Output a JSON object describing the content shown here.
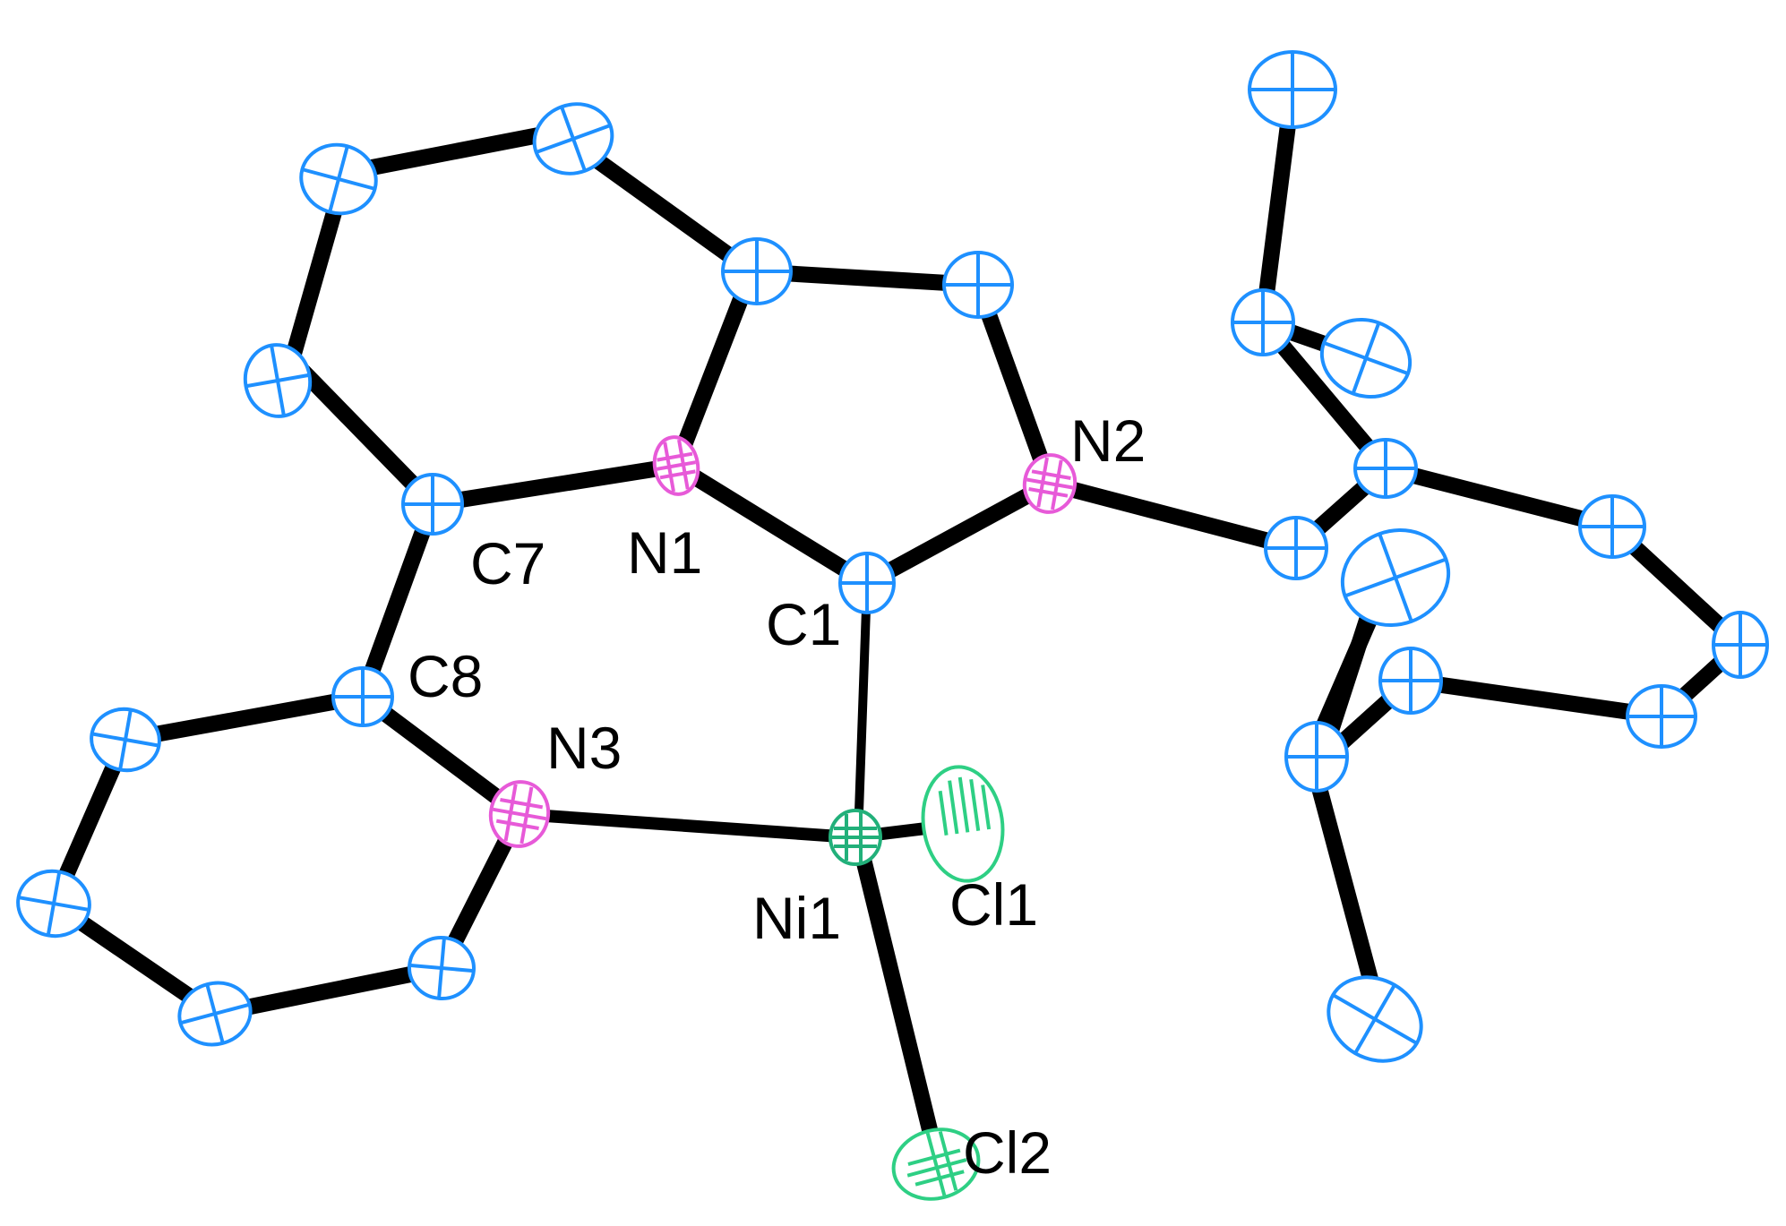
{
  "colors": {
    "background": "#ffffff",
    "bond": "#000000",
    "carbon": "#1e90ff",
    "nitrogen": "#e75ad8",
    "nickel": "#22b07a",
    "chlorine": "#2ecf84"
  },
  "labels": {
    "N2": "N2",
    "N1": "N1",
    "C7": "C7",
    "C1": "C1",
    "C8": "C8",
    "N3": "N3",
    "Ni1": "Ni1",
    "Cl1": "Cl1",
    "Cl2": "Cl2"
  }
}
